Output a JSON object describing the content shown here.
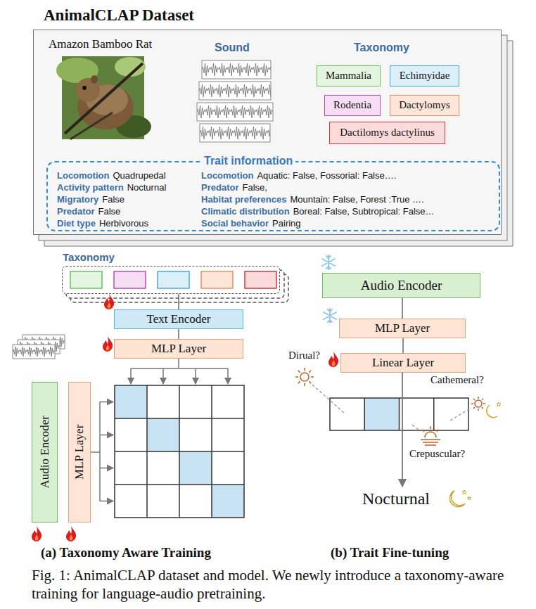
{
  "diagram": {
    "title": "AnimalCLAP Dataset",
    "caption": "Fig. 1: AnimalCLAP dataset and model. We newly introduce a taxonomy-aware training for language-audio pretraining.",
    "nodes": [
      {
        "text": [
          "Amazon Bamboo Rat"
        ]
      },
      {
        "text": [
          "Mammalia"
        ],
        "in": 0
      },
      {
        "text": [
          "Echimyidae"
        ],
        "in": 0
      },
      {
        "text": [
          "Rodentia"
        ],
        "in": 0
      },
      {
        "text": [
          "Dactylomys"
        ],
        "in": 0
      },
      {
        "text": [
          "Dactilomys dactylinus"
        ],
        "in": 0
      },
      {
        "text": [
          "Trait information",
          "Locomotion",
          "Quadrupedal",
          "Activity pattern",
          "Nocturnal",
          "Migratory",
          "False",
          "Predator",
          "False",
          "Diet type",
          "Herbivorous",
          "Locomotion",
          "Aquatic: False, Fossorial: False….",
          "Predator",
          "False,",
          "Habitat preferences",
          "Mountain: False, Forest :True ….",
          "Climatic distribution",
          "Boreal: False, Subtropical: False…",
          "Social behavior",
          "Pairing"
        ],
        "in": 0
      },
      {
        "text": [
          "Taxonomy"
        ]
      },
      {
        "text": [
          "Text Encoder"
        ]
      },
      {
        "text": [
          "MLP Layer"
        ]
      },
      {
        "text": [
          "Audio Encoder"
        ]
      },
      {
        "text": [
          "MLP Layer"
        ]
      },
      {
        "text": [
          "Audio Encoder"
        ]
      },
      {
        "text": [
          "MLP Layer"
        ]
      },
      {
        "text": [
          "Linear Layer"
        ]
      }
    ],
    "edges": [
      {
        "from": 7,
        "to": 8,
        "arrow": "none"
      },
      {
        "from": 8,
        "to": 9,
        "arrow": "none"
      },
      {
        "from": 12,
        "to": 13,
        "arrow": "none"
      },
      {
        "from": 13,
        "to": 14,
        "arrow": "none"
      }
    ],
    "labels": [
      "Sound",
      "Taxonomy",
      "Dirual?",
      "Cathemeral?",
      "Crepuscular?",
      "Nocturnal",
      "(a) Taxonomy Aware Training",
      "(b) Trait Fine-tuning"
    ]
  }
}
